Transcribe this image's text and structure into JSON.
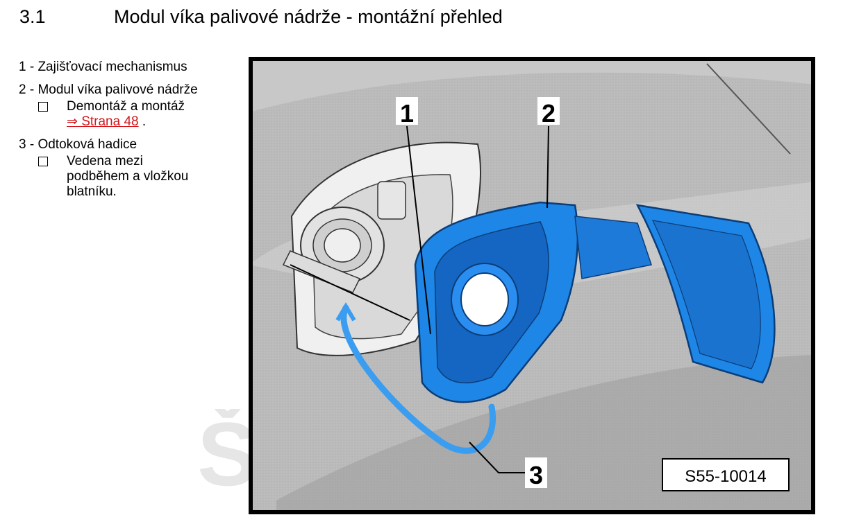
{
  "heading": {
    "number": "3.1",
    "title": "Modul víka palivové nádrže - montážní přehled"
  },
  "legend": {
    "item1": "1 - Zajišťovací mechanismus",
    "item2": "2 - Modul víka palivové nádrže",
    "item2_sub": {
      "text": "Demontáž a montáž",
      "link": "⇒ Strana 48",
      "after": " ."
    },
    "item3": "3 - Odtoková hadice",
    "item3_sub": {
      "line1": "Vedena mezi",
      "line2": "podběhem a vložkou",
      "line3": "blatníku."
    }
  },
  "watermark": {
    "glyph": "Š"
  },
  "figure": {
    "callouts": [
      "1",
      "2",
      "3"
    ],
    "code": "S55-10014",
    "colors": {
      "module": "#1d86e6",
      "hose": "#3a9df0",
      "background": "#b9b9b9"
    }
  }
}
